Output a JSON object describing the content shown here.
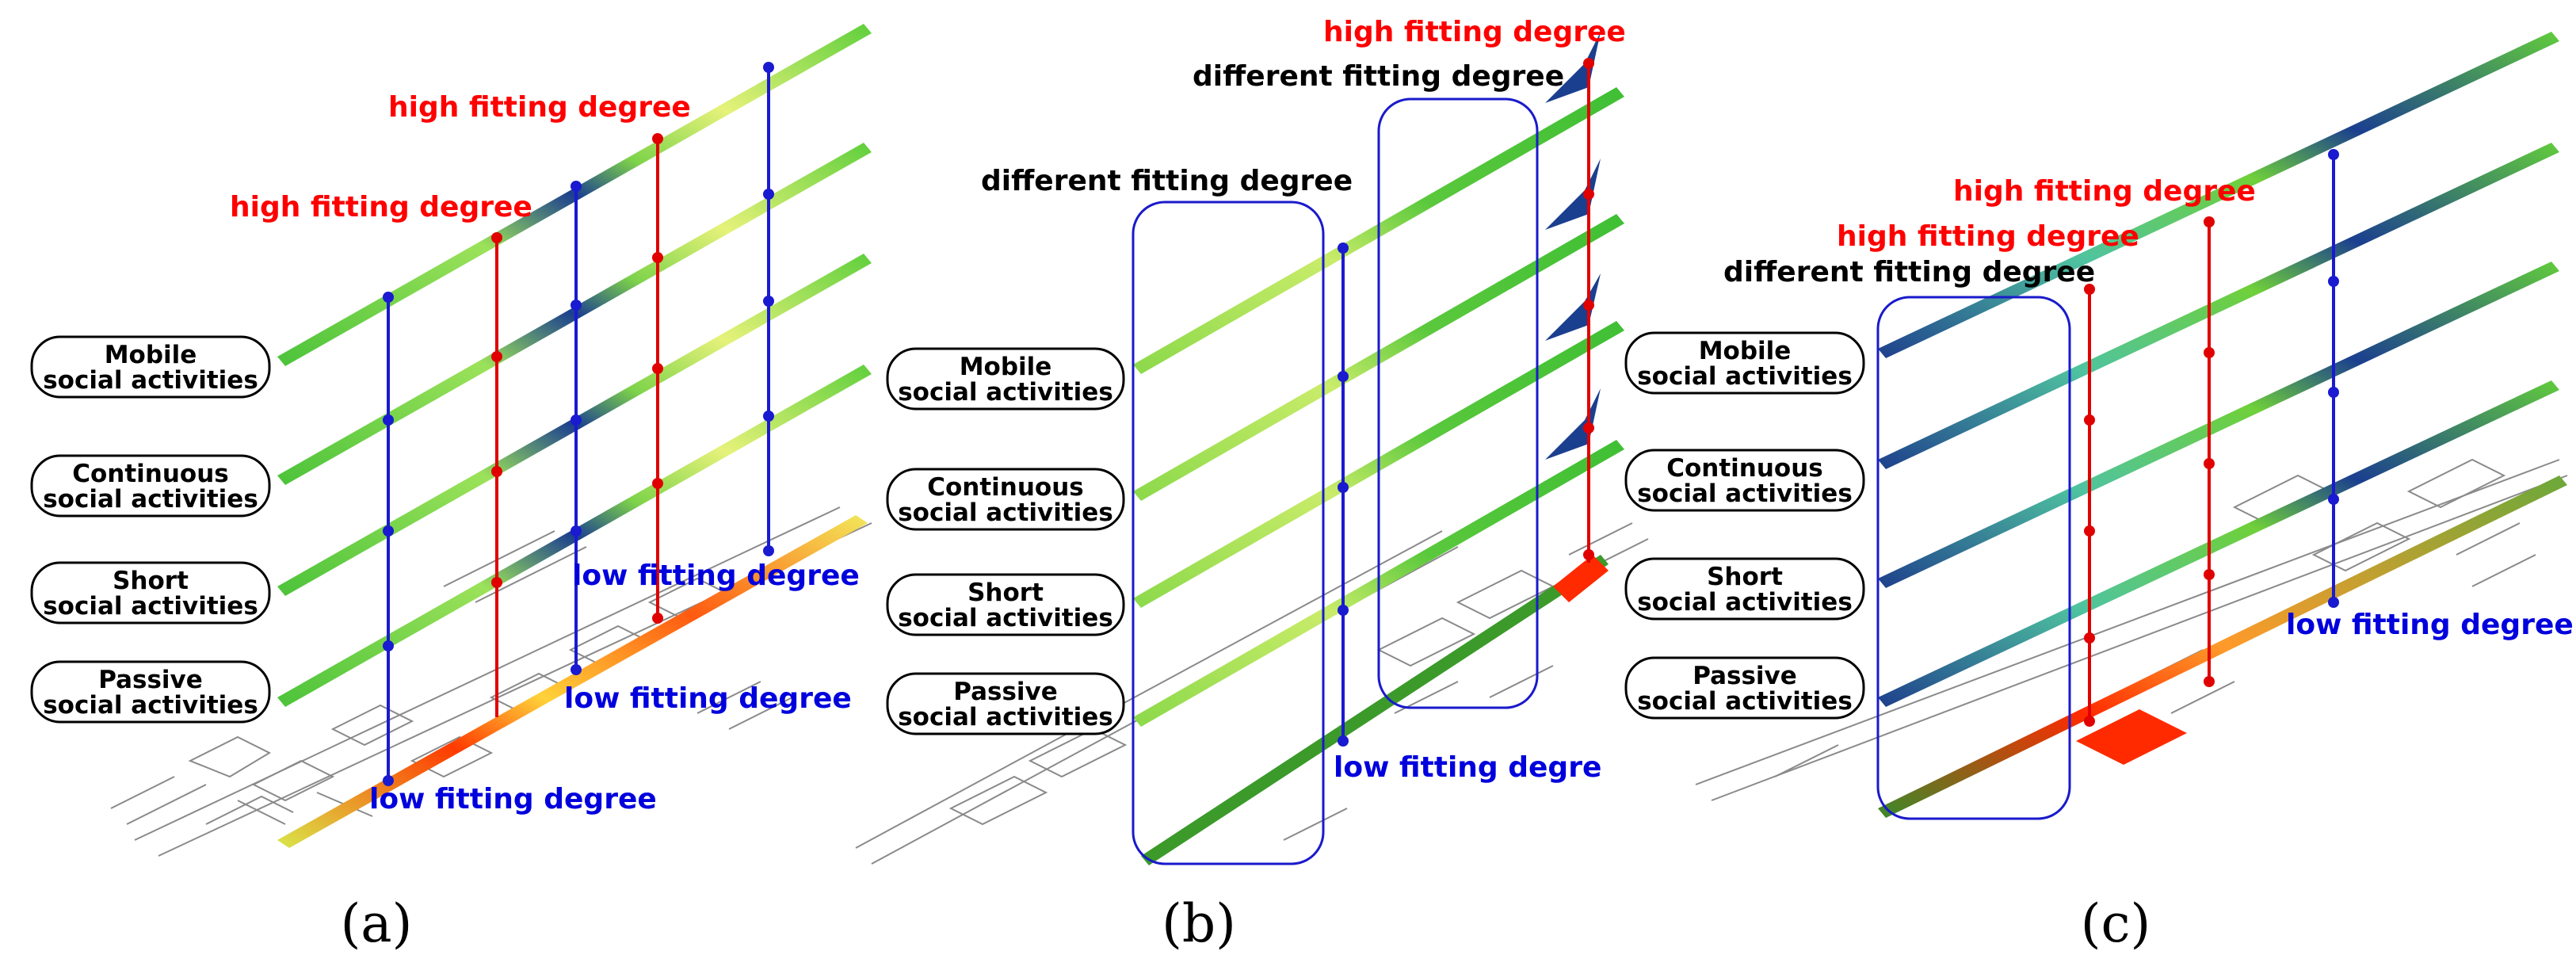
{
  "activity_labels": {
    "mobile": [
      "Mobile",
      "social activities"
    ],
    "continuous": [
      "Continuous",
      "social activities"
    ],
    "short": [
      "Short",
      "social activities"
    ],
    "passive": [
      "Passive",
      "social activities"
    ]
  },
  "panels": [
    {
      "id": "a",
      "label": "(a)",
      "annotations": {
        "high_1": "high fitting degree",
        "high_2": "high fitting degree",
        "low_1": "low fitting degree",
        "low_2": "low fitting degree",
        "low_3": "low fitting degree"
      }
    },
    {
      "id": "b",
      "label": "(b)",
      "annotations": {
        "high_1": "high fitting degree",
        "diff_1": "different fitting degree",
        "diff_2": "different fitting degree",
        "low_1": "low fitting degre"
      }
    },
    {
      "id": "c",
      "label": "(c)",
      "annotations": {
        "high_1": "high fitting degree",
        "high_2": "high fitting degree",
        "diff_1": "different fitting degree",
        "low_1": "low fitting degree"
      }
    }
  ],
  "colors": {
    "high_annotation": "#ff0000",
    "low_annotation": "#0000dd",
    "surface_green": "#6fd03a",
    "surface_yellow": "#e8f07a",
    "surface_blue": "#1b3f8f",
    "hot_red": "#ff2a00",
    "region_box": "#1a1acc"
  }
}
